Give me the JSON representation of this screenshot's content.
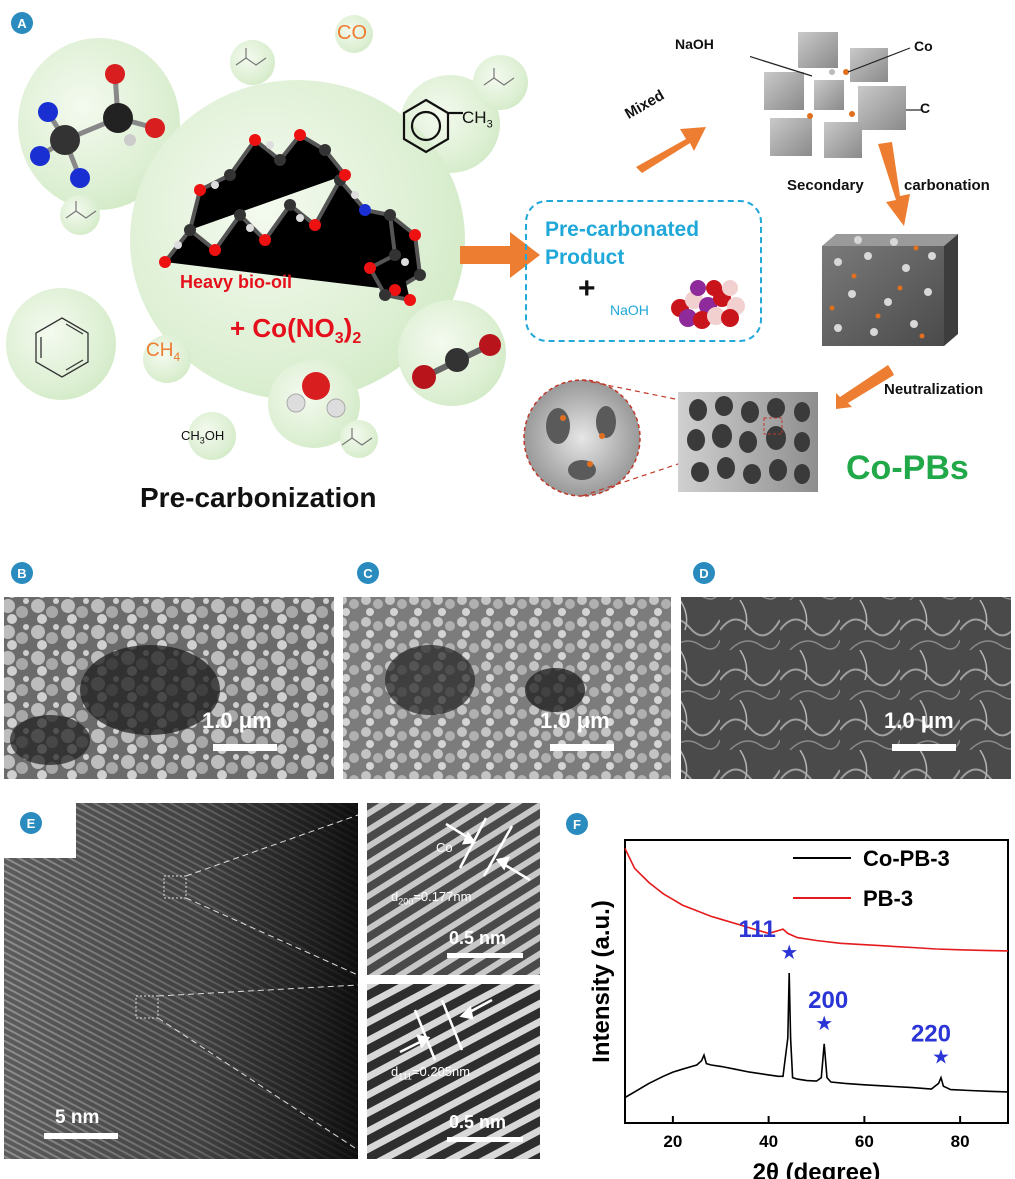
{
  "panels": {
    "a": "A",
    "b": "B",
    "c": "C",
    "d": "D",
    "e": "E",
    "f": "F"
  },
  "panel_a": {
    "co_label": "CO",
    "ch3_label": "CH",
    "ch3_sub": "3",
    "ch4_label": "CH",
    "ch4_sub": "4",
    "ch3oh_pre": "CH",
    "ch3oh_sub": "3",
    "ch3oh_post": "OH",
    "heavy_biooil": "Heavy bio-oil",
    "co_no3_pre": "+ Co(NO",
    "co_no3_sub": "3",
    "co_no3_post": ")",
    "co_no3_sub2": "2",
    "precarbonization": "Pre-carbonization",
    "precarb_product_line1": "Pre-carbonated",
    "precarb_product_line2": "Product",
    "plus": "+",
    "naoh_small": "NaOH",
    "mixed": "Mixed",
    "naoh_label": "NaOH",
    "co_atom_label": "Co",
    "c_label": "C",
    "secondary": "Secondary",
    "carbonation": "carbonation",
    "neutralization": "Neutralization",
    "co_pbs": "Co-PBs",
    "color_arrow": "#ed7d31",
    "color_green_text": "#21a849",
    "color_cyan": "#1fa8d8",
    "color_red_text": "#e5101c"
  },
  "sem": {
    "b_scale": "1.0 μm",
    "c_scale": "1.0 μm",
    "d_scale": "1.0 μm"
  },
  "tem": {
    "main_scale": "5 nm",
    "top_co": "Co",
    "top_d_pre": "d",
    "top_d_sub": "200",
    "top_d_post": "=0.177nm",
    "top_scale": "0.5 nm",
    "bottom_d_pre": "d",
    "bottom_d_sub": "111",
    "bottom_d_post": "=0.205nm",
    "bottom_scale": "0.5 nm"
  },
  "chart_data": {
    "type": "line",
    "xlabel": "2θ (degree)",
    "ylabel": "Intensity (a.u.)",
    "xlim": [
      10,
      90
    ],
    "xticks": [
      20,
      40,
      60,
      80
    ],
    "y_ticks_shown": false,
    "legend_position": "top-right",
    "series": [
      {
        "name": "Co-PB-3",
        "color": "#000000",
        "x": [
          10,
          12,
          15,
          18,
          20,
          22,
          24,
          25,
          26,
          26.5,
          27,
          28,
          30,
          33,
          36,
          40,
          42,
          43,
          44,
          44.3,
          44.6,
          45,
          46,
          48,
          50,
          51,
          51.6,
          52.2,
          53,
          56,
          60,
          65,
          70,
          74,
          75.5,
          76,
          76.5,
          78,
          82,
          86,
          90
        ],
        "y": [
          0.09,
          0.11,
          0.14,
          0.165,
          0.18,
          0.19,
          0.2,
          0.205,
          0.22,
          0.24,
          0.21,
          0.205,
          0.2,
          0.19,
          0.18,
          0.17,
          0.165,
          0.165,
          0.3,
          0.53,
          0.3,
          0.16,
          0.155,
          0.15,
          0.148,
          0.16,
          0.28,
          0.16,
          0.145,
          0.14,
          0.135,
          0.13,
          0.125,
          0.12,
          0.14,
          0.16,
          0.13,
          0.118,
          0.115,
          0.112,
          0.11
        ]
      },
      {
        "name": "PB-3",
        "color": "#e41a1c",
        "x": [
          10,
          12,
          15,
          18,
          20,
          22,
          25,
          28,
          30,
          34,
          38,
          40,
          42,
          43,
          44,
          46,
          50,
          55,
          60,
          65,
          70,
          75,
          80,
          85,
          90
        ],
        "y": [
          0.97,
          0.9,
          0.85,
          0.81,
          0.79,
          0.77,
          0.75,
          0.73,
          0.72,
          0.7,
          0.68,
          0.67,
          0.68,
          0.685,
          0.67,
          0.655,
          0.645,
          0.635,
          0.63,
          0.625,
          0.62,
          0.615,
          0.612,
          0.61,
          0.608
        ]
      }
    ],
    "annotations": [
      {
        "text": "111",
        "x": 44.3
      },
      {
        "text": "200",
        "x": 51.6
      },
      {
        "text": "220",
        "x": 76.0
      }
    ],
    "annotation_color": "#2b35d6"
  }
}
